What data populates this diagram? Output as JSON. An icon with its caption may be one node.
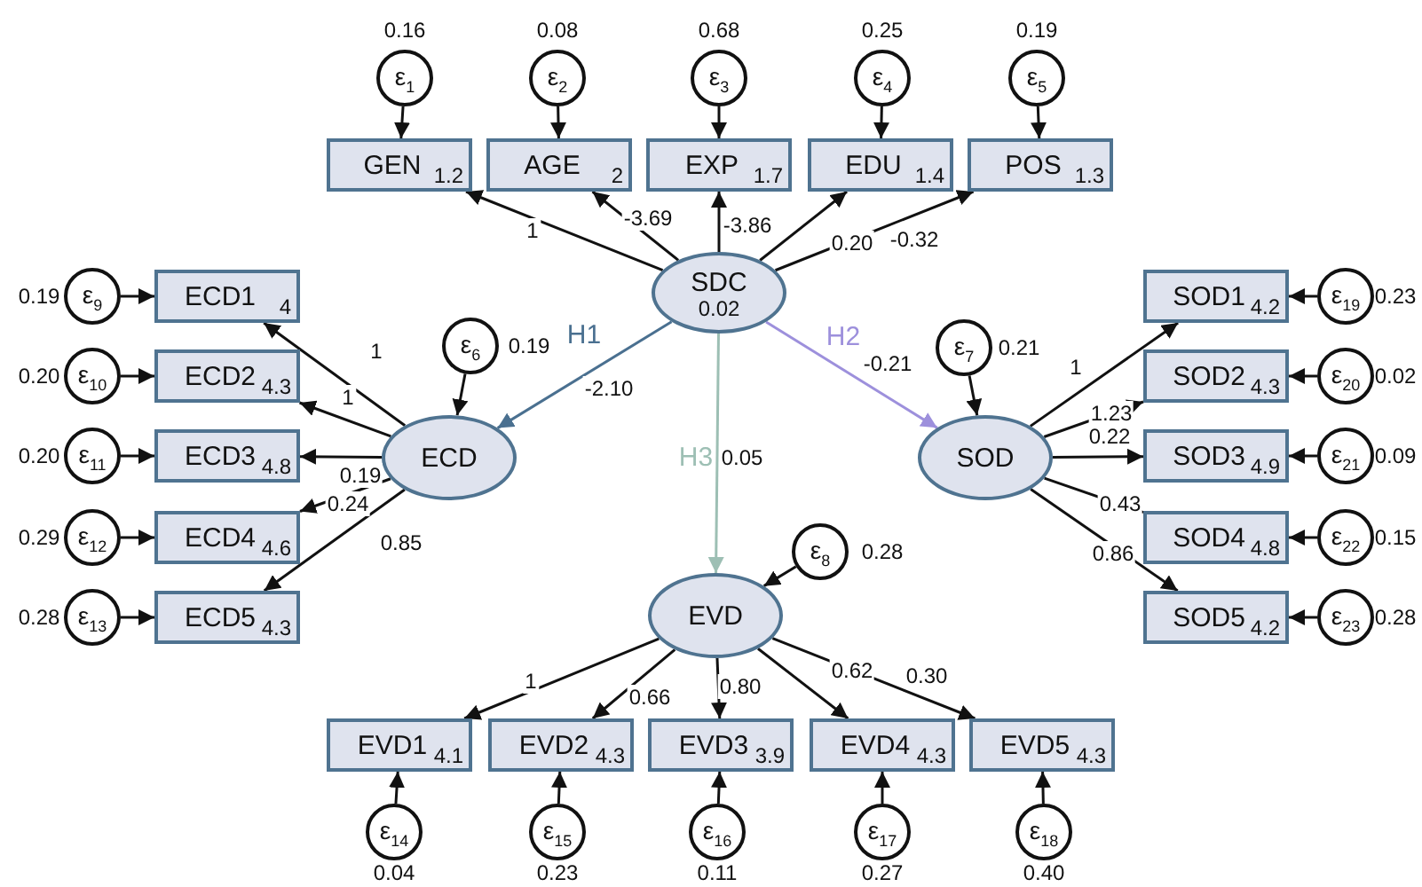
{
  "diagram": {
    "nodes": [
      {
        "text": [
          "ε$_{1}$"
        ],
        "beside": [
          "0.16"
        ]
      },
      {
        "text": [
          "ε$_{2}$"
        ],
        "beside": [
          "0.08"
        ]
      },
      {
        "text": [
          "ε$_{3}$"
        ],
        "beside": [
          "0.68"
        ]
      },
      {
        "text": [
          "ε$_{4}$"
        ],
        "beside": [
          "0.25"
        ]
      },
      {
        "text": [
          "ε$_{5}$"
        ],
        "beside": [
          "0.19"
        ]
      },
      {
        "text": [
          "GEN",
          "1.2"
        ]
      },
      {
        "text": [
          "AGE",
          "2"
        ]
      },
      {
        "text": [
          "EXP",
          "1.7"
        ]
      },
      {
        "text": [
          "EDU",
          "1.4"
        ]
      },
      {
        "text": [
          "POS",
          "1.3"
        ]
      },
      {
        "text": [
          "SDC",
          "0.02"
        ]
      },
      {
        "text": [
          "ε$_{6}$"
        ],
        "beside": [
          "0.19"
        ]
      },
      {
        "text": [
          "ECD"
        ]
      },
      {
        "text": [
          "ε$_{7}$"
        ],
        "beside": [
          "0.21"
        ]
      },
      {
        "text": [
          "SOD"
        ]
      },
      {
        "text": [
          "ε$_{8}$"
        ],
        "beside": [
          "0.28"
        ]
      },
      {
        "text": [
          "EVD"
        ]
      },
      {
        "text": [
          "ECD1",
          "4"
        ]
      },
      {
        "text": [
          "ECD2",
          "4.3"
        ]
      },
      {
        "text": [
          "ECD3",
          "4.8"
        ]
      },
      {
        "text": [
          "ECD4",
          "4.6"
        ]
      },
      {
        "text": [
          "ECD5",
          "4.3"
        ]
      },
      {
        "text": [
          "ε$_{9}$"
        ],
        "beside": [
          "0.19"
        ]
      },
      {
        "text": [
          "ε$_{10}$"
        ],
        "beside": [
          "0.20"
        ]
      },
      {
        "text": [
          "ε$_{11}$"
        ],
        "beside": [
          "0.20"
        ]
      },
      {
        "text": [
          "ε$_{12}$"
        ],
        "beside": [
          "0.29"
        ]
      },
      {
        "text": [
          "ε$_{13}$"
        ],
        "beside": [
          "0.28"
        ]
      },
      {
        "text": [
          "SOD1",
          "4.2"
        ]
      },
      {
        "text": [
          "SOD2",
          "4.3"
        ]
      },
      {
        "text": [
          "SOD3",
          "4.9"
        ]
      },
      {
        "text": [
          "SOD4",
          "4.8"
        ]
      },
      {
        "text": [
          "SOD5",
          "4.2"
        ]
      },
      {
        "text": [
          "ε$_{19}$"
        ],
        "beside": [
          "0.23"
        ]
      },
      {
        "text": [
          "ε$_{20}$"
        ],
        "beside": [
          "0.02"
        ]
      },
      {
        "text": [
          "ε$_{21}$"
        ],
        "beside": [
          "0.09"
        ]
      },
      {
        "text": [
          "ε$_{22}$"
        ],
        "beside": [
          "0.15"
        ]
      },
      {
        "text": [
          "ε$_{23}$"
        ],
        "beside": [
          "0.28"
        ]
      },
      {
        "text": [
          "EVD1",
          "4.1"
        ]
      },
      {
        "text": [
          "EVD2",
          "4.3"
        ]
      },
      {
        "text": [
          "EVD3",
          "3.9"
        ]
      },
      {
        "text": [
          "EVD4",
          "4.3"
        ]
      },
      {
        "text": [
          "EVD5",
          "4.3"
        ]
      },
      {
        "text": [
          "ε$_{14}$"
        ],
        "beside": [
          "0.04"
        ]
      },
      {
        "text": [
          "ε$_{15}$"
        ],
        "beside": [
          "0.23"
        ]
      },
      {
        "text": [
          "ε$_{16}$"
        ],
        "beside": [
          "0.11"
        ]
      },
      {
        "text": [
          "ε$_{17}$"
        ],
        "beside": [
          "0.27"
        ]
      },
      {
        "text": [
          "ε$_{18}$"
        ],
        "beside": [
          "0.40"
        ]
      }
    ],
    "edges": [
      {
        "from": 0,
        "to": 5,
        "arrow": "to"
      },
      {
        "from": 1,
        "to": 6,
        "arrow": "to"
      },
      {
        "from": 2,
        "to": 7,
        "arrow": "to"
      },
      {
        "from": 3,
        "to": 8,
        "arrow": "to"
      },
      {
        "from": 4,
        "to": 9,
        "arrow": "to"
      },
      {
        "from": 10,
        "to": 5,
        "arrow": "to",
        "label": "1"
      },
      {
        "from": 10,
        "to": 6,
        "arrow": "to",
        "label": "-3.69"
      },
      {
        "from": 10,
        "to": 7,
        "arrow": "to",
        "label": "-3.86"
      },
      {
        "from": 10,
        "to": 8,
        "arrow": "to",
        "label": "0.20"
      },
      {
        "from": 10,
        "to": 9,
        "arrow": "to",
        "label": "-0.32"
      },
      {
        "from": 10,
        "to": 12,
        "arrow": "to",
        "label": "-2.10",
        "color": "#4a7090"
      },
      {
        "from": 10,
        "to": 14,
        "arrow": "to",
        "label": "-0.21",
        "color": "#9d90dc"
      },
      {
        "from": 10,
        "to": 16,
        "arrow": "to",
        "label": "0.05",
        "color": "#9dbfb4"
      },
      {
        "from": 11,
        "to": 12,
        "arrow": "to"
      },
      {
        "from": 13,
        "to": 14,
        "arrow": "to"
      },
      {
        "from": 15,
        "to": 16,
        "arrow": "to"
      },
      {
        "from": 12,
        "to": 17,
        "arrow": "to",
        "label": "1"
      },
      {
        "from": 12,
        "to": 18,
        "arrow": "to",
        "label": "1"
      },
      {
        "from": 12,
        "to": 19,
        "arrow": "to",
        "label": "0.19"
      },
      {
        "from": 12,
        "to": 20,
        "arrow": "to",
        "label": "0.24"
      },
      {
        "from": 12,
        "to": 21,
        "arrow": "to",
        "label": "0.85"
      },
      {
        "from": 22,
        "to": 17,
        "arrow": "to"
      },
      {
        "from": 23,
        "to": 18,
        "arrow": "to"
      },
      {
        "from": 24,
        "to": 19,
        "arrow": "to"
      },
      {
        "from": 25,
        "to": 20,
        "arrow": "to"
      },
      {
        "from": 26,
        "to": 21,
        "arrow": "to"
      },
      {
        "from": 14,
        "to": 27,
        "arrow": "to",
        "label": "1"
      },
      {
        "from": 14,
        "to": 28,
        "arrow": "to",
        "label": "1.23"
      },
      {
        "from": 14,
        "to": 29,
        "arrow": "to",
        "label": "0.22"
      },
      {
        "from": 14,
        "to": 30,
        "arrow": "to",
        "label": "0.43"
      },
      {
        "from": 14,
        "to": 31,
        "arrow": "to",
        "label": "0.86"
      },
      {
        "from": 32,
        "to": 27,
        "arrow": "to"
      },
      {
        "from": 33,
        "to": 28,
        "arrow": "to"
      },
      {
        "from": 34,
        "to": 29,
        "arrow": "to"
      },
      {
        "from": 35,
        "to": 30,
        "arrow": "to"
      },
      {
        "from": 36,
        "to": 31,
        "arrow": "to"
      },
      {
        "from": 16,
        "to": 37,
        "arrow": "to",
        "label": "1"
      },
      {
        "from": 16,
        "to": 38,
        "arrow": "to",
        "label": "0.66"
      },
      {
        "from": 16,
        "to": 39,
        "arrow": "to",
        "label": "0.80"
      },
      {
        "from": 16,
        "to": 40,
        "arrow": "to",
        "label": "0.62"
      },
      {
        "from": 16,
        "to": 41,
        "arrow": "to",
        "label": "0.30"
      },
      {
        "from": 42,
        "to": 37,
        "arrow": "to"
      },
      {
        "from": 43,
        "to": 38,
        "arrow": "to"
      },
      {
        "from": 44,
        "to": 39,
        "arrow": "to"
      },
      {
        "from": 45,
        "to": 40,
        "arrow": "to"
      },
      {
        "from": 46,
        "to": 41,
        "arrow": "to"
      }
    ],
    "labels": [
      "H1",
      "H2",
      "H3"
    ]
  }
}
